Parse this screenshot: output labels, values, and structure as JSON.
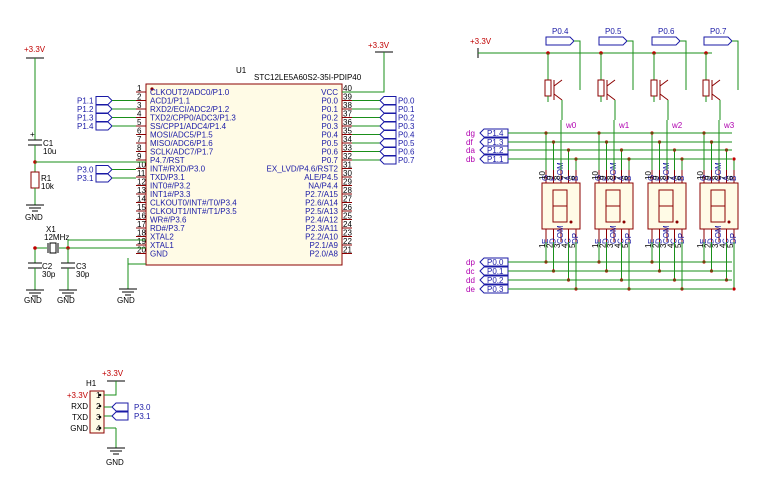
{
  "power": {
    "vcc": "+3.3V",
    "gnd": "GND"
  },
  "mcu": {
    "ref": "U1",
    "part": "STC12LE5A60S2-35I-PDIP40",
    "left_pins": [
      {
        "num": "1",
        "name": "CLKOUT2/ADC0/P1.0"
      },
      {
        "num": "2",
        "name": "ACD1/P1.1"
      },
      {
        "num": "3",
        "name": "RXD2/ECI/ADC2/P1.2"
      },
      {
        "num": "4",
        "name": "TXD2/CPP0/ADC3/P1.3"
      },
      {
        "num": "5",
        "name": "SS/CPP1/ADC4/P1.4"
      },
      {
        "num": "6",
        "name": "MOSI/ADC5/P1.5"
      },
      {
        "num": "7",
        "name": "MISO/ADC6/P1.6"
      },
      {
        "num": "8",
        "name": "SCLK/ADC7/P1.7"
      },
      {
        "num": "9",
        "name": "P4.7/RST"
      },
      {
        "num": "10",
        "name": "INT#/RXD/P3.0"
      },
      {
        "num": "11",
        "name": "TXD/P3.1"
      },
      {
        "num": "12",
        "name": "INT0#/P3.2"
      },
      {
        "num": "13",
        "name": "INT1#/P3.3"
      },
      {
        "num": "14",
        "name": "CLKOUT0/INT#/T0/P3.4"
      },
      {
        "num": "15",
        "name": "CLKOUT1/INT#/T1/P3.5"
      },
      {
        "num": "16",
        "name": "WR#/P3.6"
      },
      {
        "num": "17",
        "name": "RD#/P3.7"
      },
      {
        "num": "18",
        "name": "XTAL2"
      },
      {
        "num": "19",
        "name": "XTAL1"
      },
      {
        "num": "20",
        "name": "GND"
      }
    ],
    "right_pins": [
      {
        "num": "40",
        "name": "VCC"
      },
      {
        "num": "39",
        "name": "P0.0"
      },
      {
        "num": "38",
        "name": "P0.1"
      },
      {
        "num": "37",
        "name": "P0.2"
      },
      {
        "num": "36",
        "name": "P0.3"
      },
      {
        "num": "35",
        "name": "P0.4"
      },
      {
        "num": "34",
        "name": "P0.5"
      },
      {
        "num": "33",
        "name": "P0.6"
      },
      {
        "num": "32",
        "name": "P0.7"
      },
      {
        "num": "31",
        "name": "EX_LVD/P4.6/RST2"
      },
      {
        "num": "30",
        "name": "ALE/P4.5"
      },
      {
        "num": "29",
        "name": "NA/P4.4"
      },
      {
        "num": "28",
        "name": "P2.7/A15"
      },
      {
        "num": "27",
        "name": "P2.6/A14"
      },
      {
        "num": "26",
        "name": "P2.5/A13"
      },
      {
        "num": "25",
        "name": "P2.4/A12"
      },
      {
        "num": "24",
        "name": "P2.3/A11"
      },
      {
        "num": "23",
        "name": "P2.2/A10"
      },
      {
        "num": "22",
        "name": "P2.1/A9"
      },
      {
        "num": "21",
        "name": "P2.0/A8"
      }
    ]
  },
  "ports_left": [
    "P1.1",
    "P1.2",
    "P1.3",
    "P1.4",
    "P3.0",
    "P3.1"
  ],
  "ports_right": [
    "P0.0",
    "P0.1",
    "P0.2",
    "P0.3",
    "P0.4",
    "P0.5",
    "P0.6",
    "P0.7"
  ],
  "components": {
    "c1": {
      "ref": "C1",
      "value": "10u"
    },
    "r1": {
      "ref": "R1",
      "value": "10k"
    },
    "x1": {
      "ref": "X1",
      "value": "12MHz"
    },
    "c2": {
      "ref": "C2",
      "value": "30p"
    },
    "c3": {
      "ref": "C3",
      "value": "30p"
    }
  },
  "header": {
    "ref": "H1",
    "labels": [
      "+3.3V",
      "RXD",
      "TXD",
      "GND"
    ],
    "pins": [
      "1",
      "2",
      "3",
      "4"
    ],
    "ports": [
      "P3.0",
      "P3.1"
    ]
  },
  "display": {
    "digit_ports": [
      "P0.4",
      "P0.5",
      "P0.6",
      "P0.7"
    ],
    "digit_names": [
      "w0",
      "w1",
      "w2",
      "w3"
    ],
    "seg_left_labels": [
      "dg",
      "df",
      "da",
      "db"
    ],
    "seg_left_ports": [
      "P1.4",
      "P1.3",
      "P1.2",
      "P1.1"
    ],
    "seg_bottom_labels": [
      "dp",
      "dc",
      "dd",
      "de"
    ],
    "seg_bottom_ports": [
      "P0.0",
      "P0.1",
      "P0.2",
      "P0.3"
    ],
    "top_pins": [
      "G",
      "F",
      "COM",
      "A",
      "B"
    ],
    "top_nums": [
      "10",
      "9",
      "8",
      "7",
      "6"
    ],
    "bot_pins": [
      "E",
      "D",
      "COM",
      "C",
      "DP"
    ],
    "bot_nums": [
      "1",
      "2",
      "3",
      "4",
      "5"
    ]
  }
}
